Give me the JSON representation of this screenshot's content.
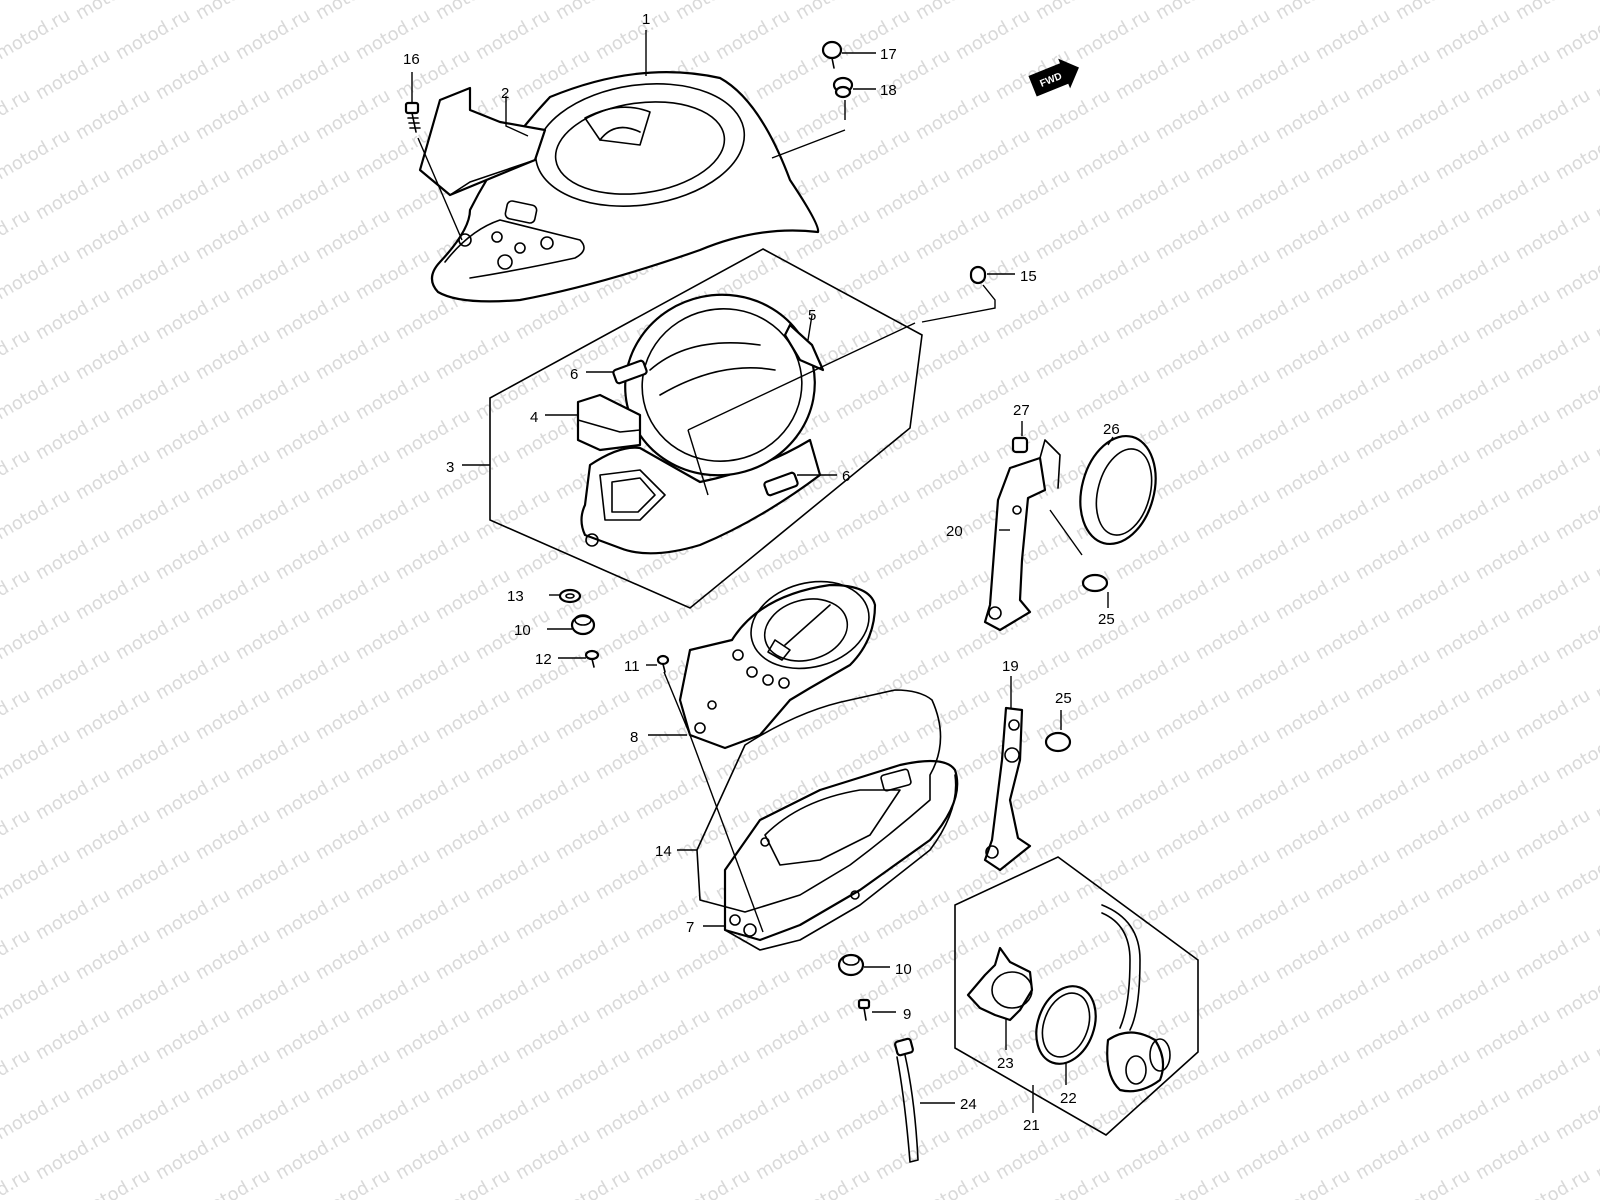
{
  "watermark": "motod.ru",
  "fwd_label": "FWD",
  "callouts": {
    "c1": "1",
    "c2": "2",
    "c3": "3",
    "c4": "4",
    "c5": "5",
    "c6a": "6",
    "c6b": "6",
    "c7": "7",
    "c8": "8",
    "c9": "9",
    "c10a": "10",
    "c10b": "10",
    "c11": "11",
    "c12": "12",
    "c13": "13",
    "c14": "14",
    "c15": "15",
    "c16": "16",
    "c17": "17",
    "c18": "18",
    "c19": "19",
    "c20": "20",
    "c21": "21",
    "c22": "22",
    "c23": "23",
    "c24": "24",
    "c25a": "25",
    "c25b": "25",
    "c26": "26",
    "c27": "27"
  }
}
